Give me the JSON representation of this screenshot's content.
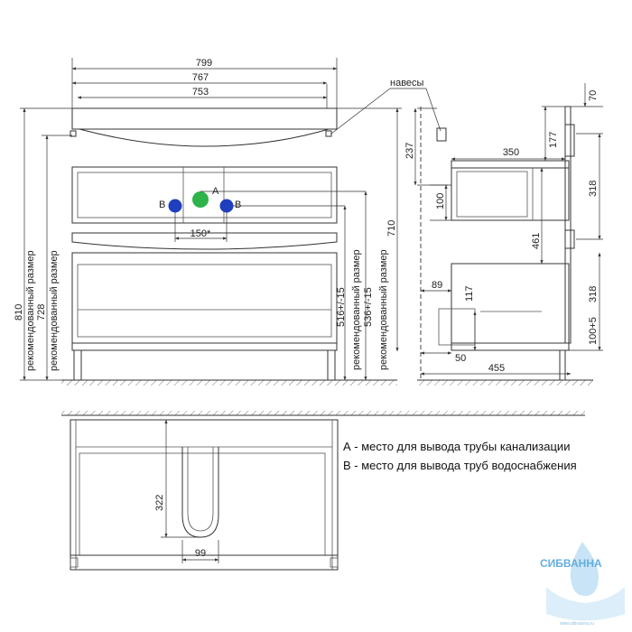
{
  "dims": {
    "w799": "799",
    "w767": "767",
    "w753": "753",
    "w150": "150*",
    "h810": "810",
    "h728": "728",
    "h710": "710",
    "h516": "516+/-15",
    "h536": "536+/-15",
    "recommended": "рекомендованный размер",
    "hinges": "навесы",
    "s70": "70",
    "s237": "237",
    "s177": "177",
    "s350": "350",
    "s318a": "318",
    "s100": "100",
    "s461": "461",
    "s89": "89",
    "s117": "117",
    "s318b": "318",
    "s100p5": "100+5",
    "s50": "50",
    "s455": "455",
    "b322": "322",
    "b99": "99"
  },
  "markers": {
    "A": "A",
    "B_left": "B",
    "B_right": "B",
    "color_A": "#2db34a",
    "color_B": "#1f3fbf"
  },
  "legend": {
    "line_a": "А - место для вывода трубы канализации",
    "line_b": "В - место для вывода труб водоснабжения"
  },
  "watermark": {
    "brand": "СИБВАННА",
    "site": "www.sibvanna.ru"
  }
}
